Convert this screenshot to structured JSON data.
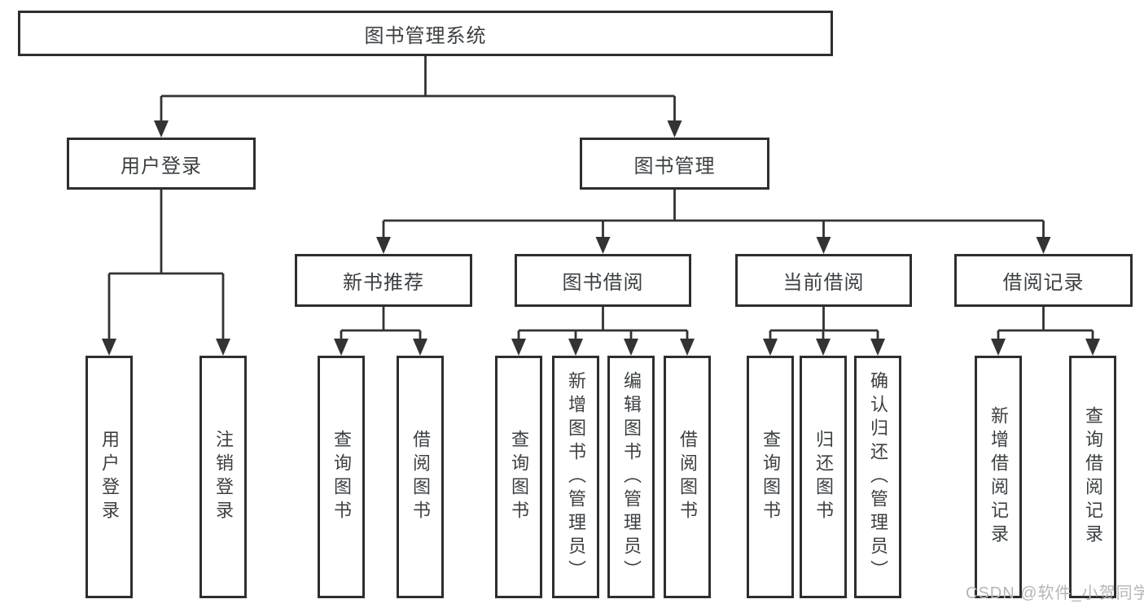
{
  "diagram": {
    "title_node": {
      "label": "图书管理系统"
    },
    "level2": [
      {
        "label": "用户登录"
      },
      {
        "label": "图书管理"
      }
    ],
    "level3": [
      {
        "label": "新书推荐"
      },
      {
        "label": "图书借阅"
      },
      {
        "label": "当前借阅"
      },
      {
        "label": "借阅记录"
      }
    ],
    "leaves": [
      {
        "label": "用户登录"
      },
      {
        "label": "注销登录"
      },
      {
        "label": "查询图书"
      },
      {
        "label": "借阅图书"
      },
      {
        "label": "查询图书"
      },
      {
        "label": "新增图书（管理员）"
      },
      {
        "label": "编辑图书（管理员）"
      },
      {
        "label": "借阅图书"
      },
      {
        "label": "查询图书"
      },
      {
        "label": "归还图书"
      },
      {
        "label": "确认归还（管理员）"
      },
      {
        "label": "新增借阅记录"
      },
      {
        "label": "查询借阅记录"
      }
    ]
  },
  "watermark": {
    "text": "CSDN @软件_小贺同学"
  },
  "colors": {
    "line": "#333333",
    "box_border": "#2e2e2e",
    "text": "#3c4043",
    "watermark": "#b3b6ba",
    "background": "#ffffff"
  }
}
